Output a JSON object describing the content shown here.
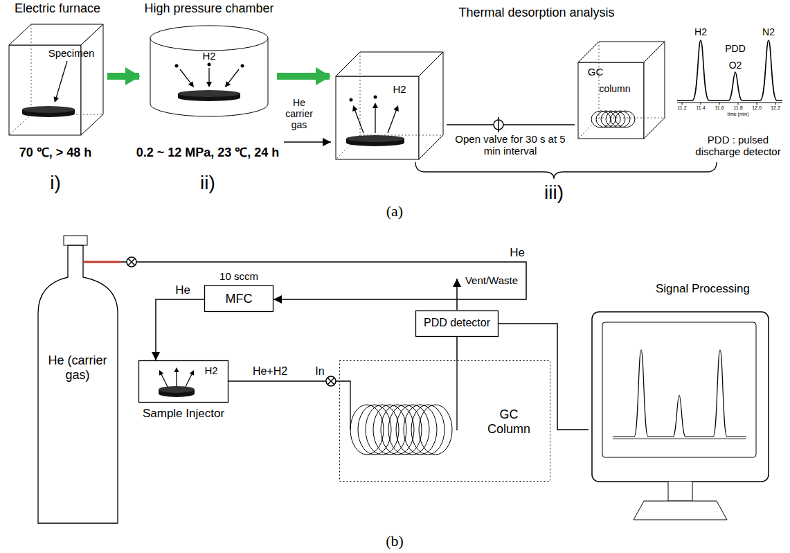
{
  "diagram": {
    "nodes": [
      {
        "text": [
          "Electric furnace",
          "Specimen"
        ]
      },
      {
        "text": [
          "High pressure chamber",
          "H2"
        ]
      },
      {
        "text": [
          "H2"
        ]
      },
      {
        "text": [
          "GC",
          "column"
        ]
      },
      {
        "text": [
          "He (carrier gas)"
        ]
      },
      {
        "text": [
          "10 sccm",
          "MFC"
        ]
      },
      {
        "text": [
          "H2",
          "Sample Injector"
        ]
      },
      {
        "text": [
          "GC Column"
        ]
      },
      {
        "text": [
          "PDD detector"
        ]
      },
      {
        "text": [
          "Signal Processing"
        ]
      }
    ],
    "edges": [
      {
        "from": 0,
        "to": 1,
        "arrow": "to"
      },
      {
        "from": 1,
        "to": 2,
        "arrow": "to"
      },
      {
        "from": 2,
        "to": 3,
        "label": "Open valve for 30 s at 5 min interval",
        "arrow": "none"
      },
      {
        "from": 4,
        "to": 5,
        "label": "He",
        "arrow": "to"
      },
      {
        "from": 5,
        "to": 6,
        "label": "He",
        "arrow": "to"
      },
      {
        "from": 6,
        "to": 7,
        "label": "He+H2",
        "arrow": "none"
      },
      {
        "from": 7,
        "to": 8,
        "arrow": "none"
      },
      {
        "from": 8,
        "to": 9,
        "arrow": "none"
      }
    ],
    "labels": [
      "70 ℃, > 48 h",
      "i)",
      "0.2 ~ 12 MPa, 23 ℃, 24 h",
      "ii)",
      "Thermal desorption analysis",
      "He carrier gas",
      "PDD",
      "H2",
      "O2",
      "N2",
      "11.2",
      "11.4",
      "11.6",
      "11.8",
      "12.0",
      "12.2",
      "time (min)",
      "PDD : pulsed discharge detector",
      "iii)",
      "(a)",
      "In",
      "Vent/Waste",
      "(b)"
    ]
  }
}
